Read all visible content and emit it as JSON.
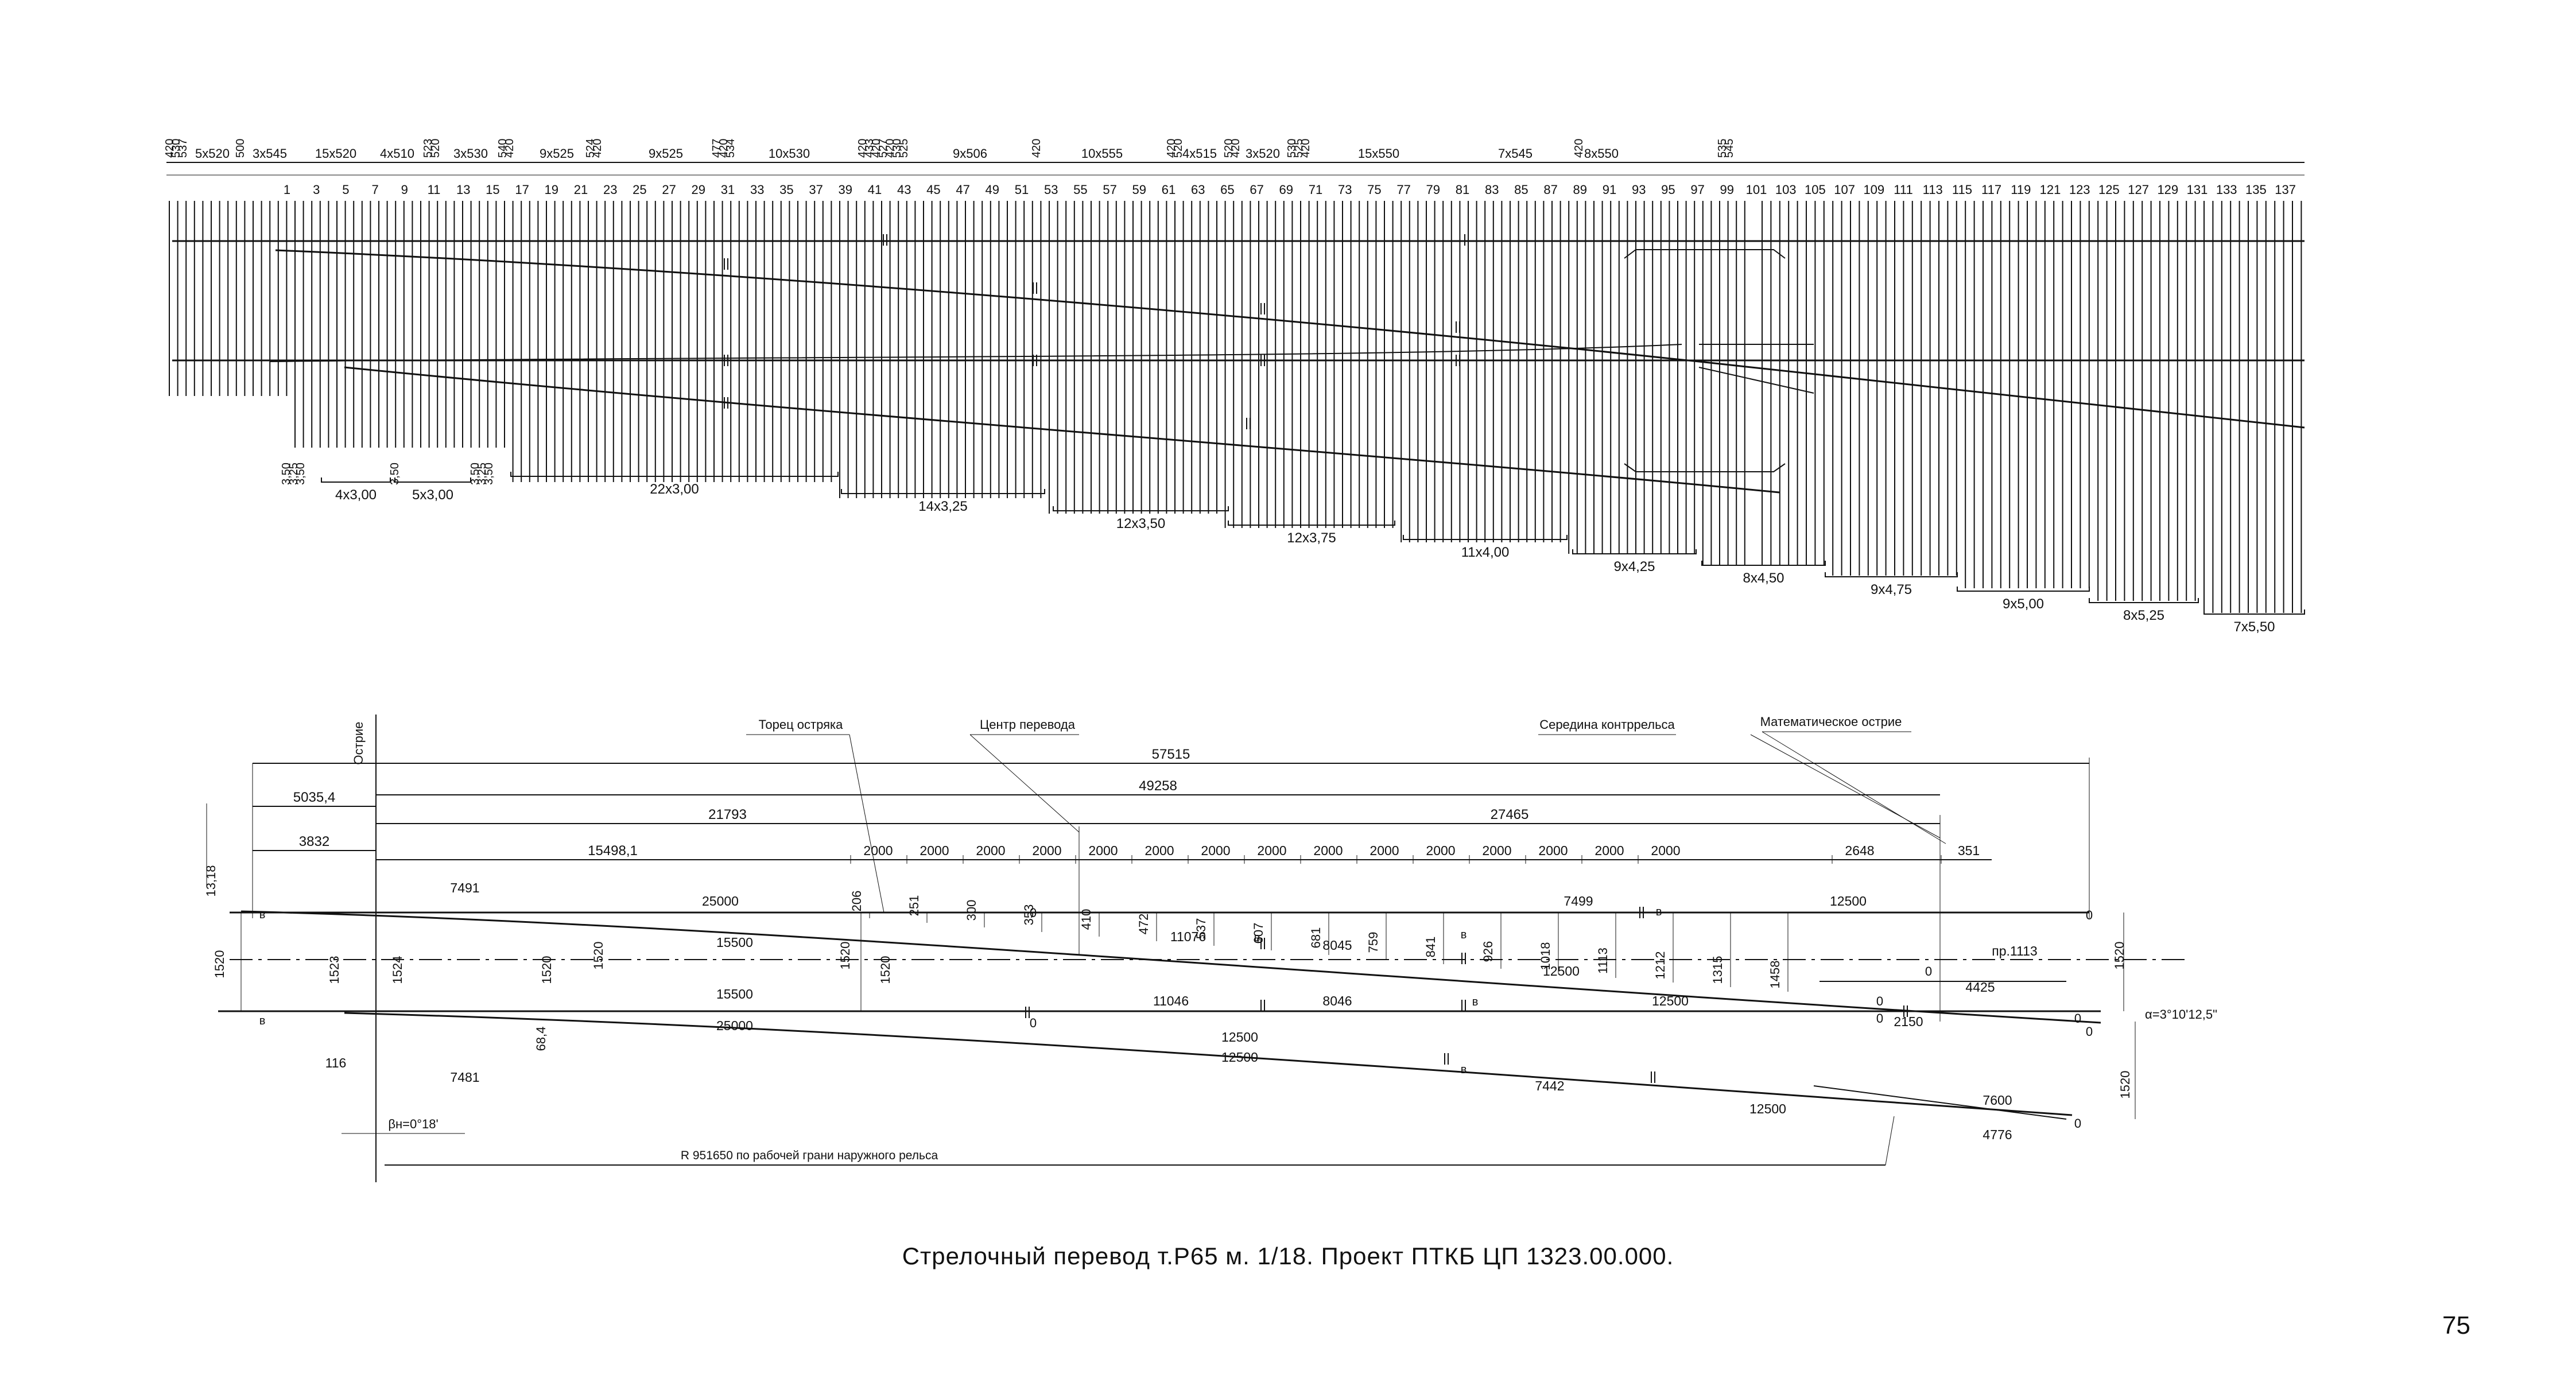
{
  "caption": "Стрелочный перевод т.Р65 м. 1/18. Проект ПТКБ ЦП 1323.00.000.",
  "page_number": "75",
  "top_diagram": {
    "top_dimension_labels": [
      "420",
      "530",
      "537",
      "5x520",
      "500",
      "3x545",
      "15x520",
      "4x510",
      "523",
      "520",
      "3x530",
      "540",
      "420",
      "9x525",
      "524",
      "420",
      "9x525",
      "477",
      "420",
      "534",
      "10x530",
      "420",
      "433",
      "420",
      "527",
      "420",
      "530",
      "525",
      "9x506",
      "420",
      "10x555",
      "420",
      "520",
      "4x515",
      "520",
      "420",
      "3x520",
      "530",
      "525",
      "420",
      "15x550",
      "7x545",
      "420",
      "8x550",
      "535",
      "545"
    ],
    "tie_numbers": [
      "1",
      "3",
      "5",
      "7",
      "9",
      "11",
      "13",
      "15",
      "17",
      "19",
      "21",
      "23",
      "25",
      "27",
      "29",
      "31",
      "33",
      "35",
      "37",
      "39",
      "41",
      "43",
      "45",
      "47",
      "49",
      "51",
      "53",
      "55",
      "57",
      "59",
      "61",
      "63",
      "65",
      "67",
      "69",
      "71",
      "73",
      "75",
      "77",
      "79",
      "81",
      "83",
      "85",
      "87",
      "89",
      "91",
      "93",
      "95",
      "97",
      "99",
      "101",
      "103",
      "105",
      "107",
      "109",
      "111",
      "113",
      "115",
      "117",
      "119",
      "121",
      "123",
      "125",
      "127",
      "129",
      "131",
      "133",
      "135",
      "137"
    ],
    "vertical_left_labels": [
      "3,50",
      "3,25",
      "3,50",
      "3,50",
      "3,50",
      "3,25",
      "3,50"
    ],
    "length_groups": [
      "4x3,00",
      "5x3,00",
      "22x3,00",
      "14x3,25",
      "12x3,50",
      "12x3,75",
      "11x4,00",
      "9x4,25",
      "8x4,50",
      "9x4,75",
      "9x5,00",
      "8x5,25",
      "7x5,50"
    ]
  },
  "bottom_diagram": {
    "callouts": {
      "ostrie": "Острие",
      "torets": "Торец остряка",
      "center": "Центр перевода",
      "kontrrels": "Середина контррельса",
      "math_point": "Математическое острие"
    },
    "overall": [
      "57515",
      "5035,4",
      "49258",
      "21793",
      "27465",
      "3832",
      "15498,1",
      "13,18"
    ],
    "chain": [
      "2000",
      "2000",
      "2000",
      "2000",
      "2000",
      "2000",
      "2000",
      "2000",
      "2000",
      "2000",
      "2000",
      "2000",
      "2000",
      "2000",
      "2000",
      "2648",
      "351"
    ],
    "ordinates": [
      "206",
      "251",
      "300",
      "353",
      "410",
      "472",
      "537",
      "607",
      "681",
      "759",
      "841",
      "926",
      "1018",
      "1113",
      "1212",
      "1315",
      "1458"
    ],
    "rail_labels": [
      "7491",
      "25000",
      "15500",
      "7499",
      "12500",
      "11076",
      "8045",
      "12500",
      "12500",
      "15500",
      "11046",
      "8046",
      "12500",
      "25000",
      "12500",
      "7442",
      "12500",
      "7600",
      "4776",
      "7481",
      "116",
      "2150",
      "4425",
      "пр.1113"
    ],
    "gauge_labels": [
      "1520",
      "1523",
      "1524",
      "1520",
      "1520",
      "1520",
      "1520",
      "1520",
      "1520",
      "68,4"
    ],
    "zero_marks": [
      "0",
      "0",
      "0",
      "0",
      "0",
      "0",
      "0",
      "0",
      "0"
    ],
    "b_marks": [
      "в",
      "в",
      "в",
      "в",
      "в",
      "в",
      "в"
    ],
    "angle_beta": "βн=0°18'",
    "angle_alpha": "α=3°10'12,5\"",
    "radius_label": "R 951650 по рабочей грани наружного рельса"
  }
}
